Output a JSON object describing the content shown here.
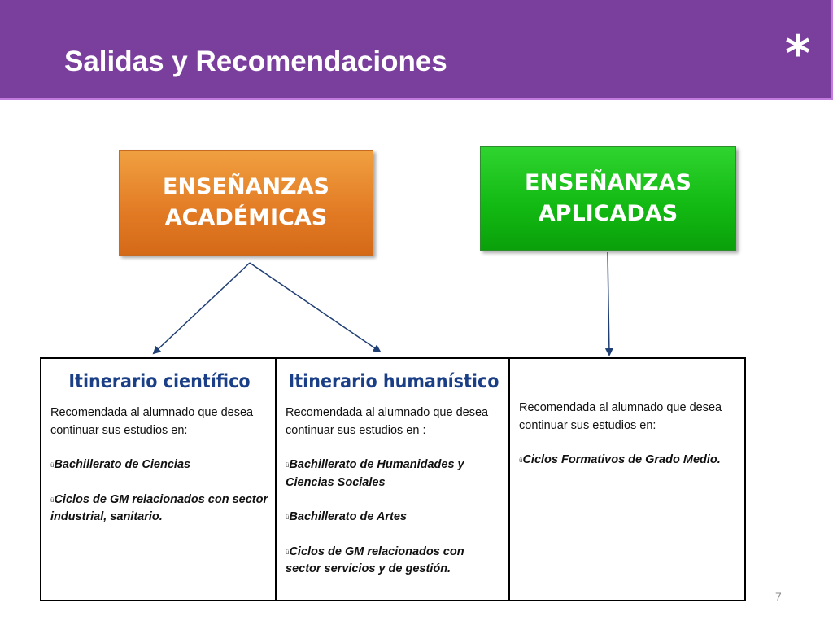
{
  "header": {
    "title": "Salidas y Recomendaciones",
    "mark": "*"
  },
  "boxes": {
    "academicas": "ENSEÑANZAS\nACADÉMICAS",
    "aplicadas": "ENSEÑANZAS\nAPLICADAS"
  },
  "table": {
    "col1": {
      "title": "Itinerario científico",
      "intro": "Recomendada al alumnado que desea continuar sus estudios en:",
      "items": [
        "Bachillerato de Ciencias",
        "Ciclos de GM relacionados con sector industrial, sanitario."
      ]
    },
    "col2": {
      "title": "Itinerario humanístico",
      "intro": "Recomendada al alumnado que desea continuar sus estudios en :",
      "items": [
        "Bachillerato de Humanidades y Ciencias Sociales",
        "Bachillerato de Artes",
        "Ciclos de GM relacionados con sector servicios y de gestión."
      ]
    },
    "col3": {
      "intro": "Recomendada al alumnado que desea continuar sus estudios en:",
      "items": [
        "Ciclos Formativos de Grado Medio."
      ]
    },
    "bullet": "ü"
  },
  "page_number": "7",
  "colors": {
    "header": "#7a3f9c",
    "orange": "#e27a24",
    "green": "#12b812",
    "arrow": "#1f3f74",
    "title_blue": "#1b3f86"
  }
}
